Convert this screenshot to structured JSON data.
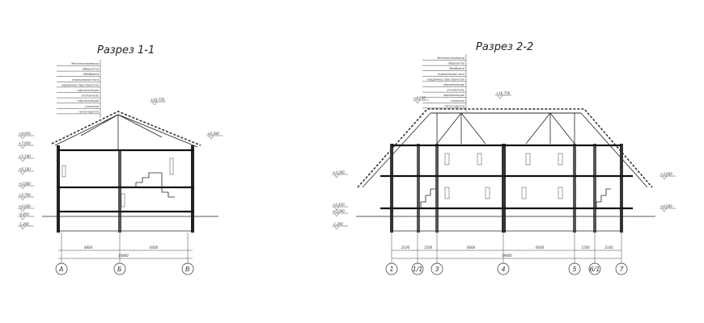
{
  "section_1": {
    "title": "Разрез 1-1",
    "layers": [
      "Металлочерепица",
      "обрешетка",
      "Мембрана",
      "стропильная нога",
      "чердачное пространство",
      "пароизоляция",
      "утеплитель",
      "пароизоляция",
      "стропила",
      "гипсо-картон"
    ],
    "levels": [
      "+8,950",
      "+7,950",
      "+5,540",
      "+6,100",
      "+3,000",
      "+2,700",
      "+0,000",
      "-0,450",
      "-1,200",
      "+10,750",
      "+6,300"
    ],
    "dimensions": [
      "4800",
      "6000",
      "10800"
    ],
    "axes": [
      "А",
      "Б",
      "В"
    ]
  },
  "section_2": {
    "title": "Разрез 2-2",
    "layers": [
      "Металлочерепица",
      "обрешетка",
      "Мембрана",
      "стропильная нога",
      "чердачное пространство",
      "пароизоляция",
      "утеплитель",
      "пароизоляция",
      "стропила",
      "гипсо-картон"
    ],
    "levels": [
      "+8,950",
      "+10,750",
      "+3,200",
      "+0,450",
      "+0,000",
      "-1,200",
      "+3,600",
      "+0,000"
    ],
    "dimensions": [
      "2100",
      "1500",
      "6600",
      "6600",
      "1500",
      "2100",
      "19800"
    ],
    "axes": [
      "1",
      "1/1",
      "3",
      "4",
      "5",
      "6/1",
      "7"
    ]
  }
}
